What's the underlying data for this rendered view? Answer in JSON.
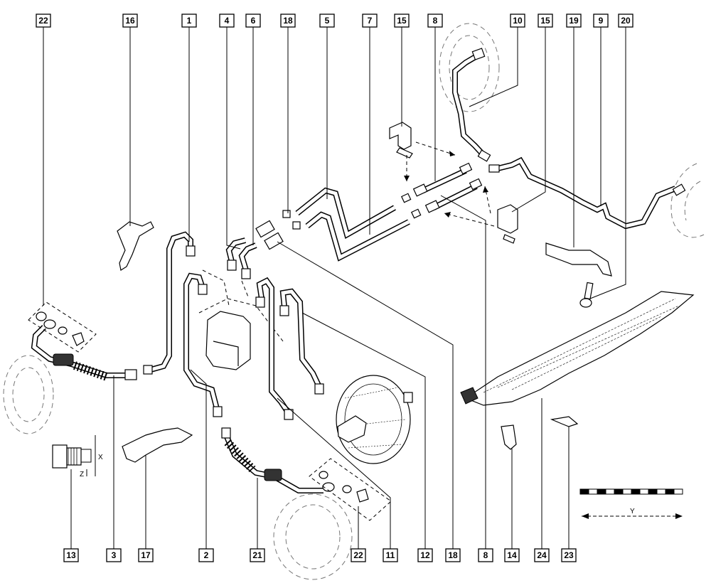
{
  "callouts_top": [
    "22",
    "16",
    "1",
    "4",
    "6",
    "18",
    "5",
    "7",
    "15",
    "8",
    "10",
    "15",
    "19",
    "9",
    "20"
  ],
  "callouts_bottom": [
    "13",
    "3",
    "17",
    "2",
    "21",
    "22",
    "11",
    "12",
    "18",
    "8",
    "14",
    "24",
    "23"
  ],
  "dimension_labels": {
    "x": "X",
    "z": "Z",
    "y": "Y"
  },
  "colors": {
    "line": "#000000",
    "wheel_outline": "#777777",
    "background": "#ffffff"
  }
}
